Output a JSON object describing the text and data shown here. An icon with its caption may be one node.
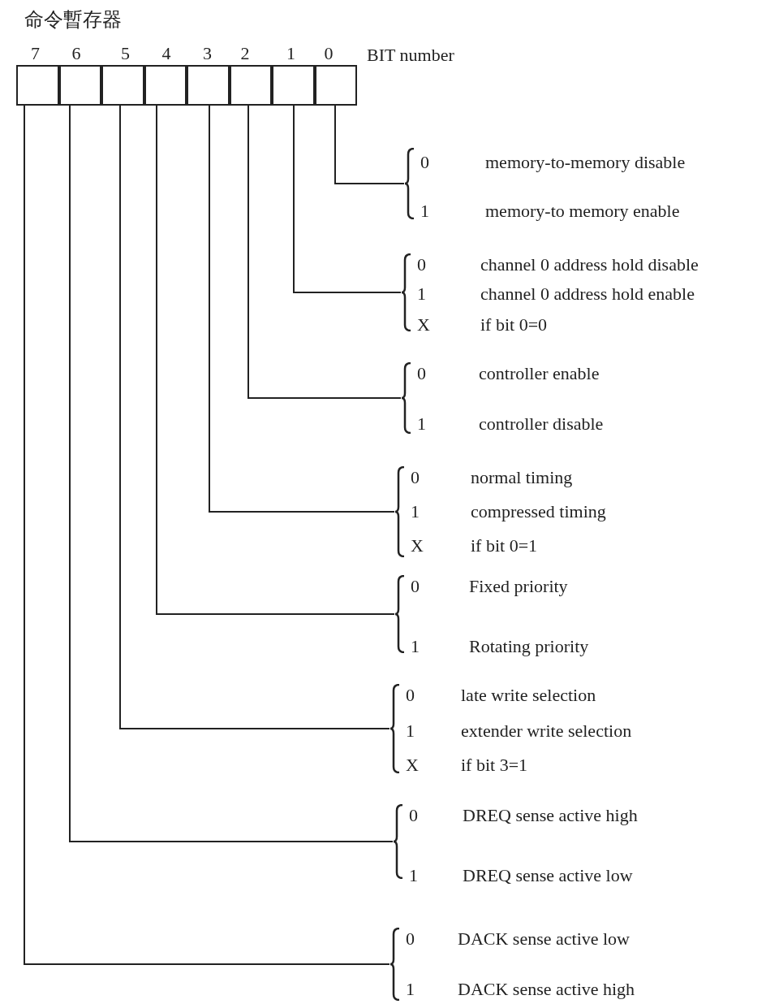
{
  "diagram": {
    "title": "命令暫存器",
    "nodes": [
      {
        "text": [
          "7"
        ]
      },
      {
        "text": [
          "6"
        ]
      },
      {
        "text": [
          "5"
        ]
      },
      {
        "text": [
          "4"
        ]
      },
      {
        "text": [
          "3"
        ]
      },
      {
        "text": [
          "2"
        ]
      },
      {
        "text": [
          "1"
        ]
      },
      {
        "text": [
          "0"
        ]
      },
      {
        "text": [
          "0",
          "memory-to-memory disable",
          "1",
          "memory-to memory enable"
        ]
      },
      {
        "text": [
          "0",
          "channel 0 address hold disable",
          "1",
          "channel 0 address hold enable",
          "X",
          "if bit 0=0"
        ]
      },
      {
        "text": [
          "0",
          "controller enable",
          "1",
          "controller disable"
        ]
      },
      {
        "text": [
          "0",
          "normal timing",
          "1",
          "compressed timing",
          "X",
          "if bit 0=1"
        ]
      },
      {
        "text": [
          "0",
          "Fixed priority",
          "1",
          "Rotating priority"
        ]
      },
      {
        "text": [
          "0",
          "late write selection",
          "1",
          "extender write selection",
          "X",
          "if bit 3=1"
        ]
      },
      {
        "text": [
          "0",
          "DREQ sense active high",
          "1",
          "DREQ sense active low"
        ]
      },
      {
        "text": [
          "0",
          "DACK sense active low",
          "1",
          "DACK sense active high"
        ]
      }
    ],
    "edges": [
      {
        "from": 7,
        "to": 8,
        "arrow": "none"
      },
      {
        "from": 6,
        "to": 9,
        "arrow": "none"
      },
      {
        "from": 5,
        "to": 10,
        "arrow": "none"
      },
      {
        "from": 4,
        "to": 11,
        "arrow": "none"
      },
      {
        "from": 3,
        "to": 12,
        "arrow": "none"
      },
      {
        "from": 2,
        "to": 13,
        "arrow": "none"
      },
      {
        "from": 1,
        "to": 14,
        "arrow": "none"
      },
      {
        "from": 0,
        "to": 15,
        "arrow": "none"
      }
    ],
    "labels": [
      "BIT number"
    ]
  }
}
